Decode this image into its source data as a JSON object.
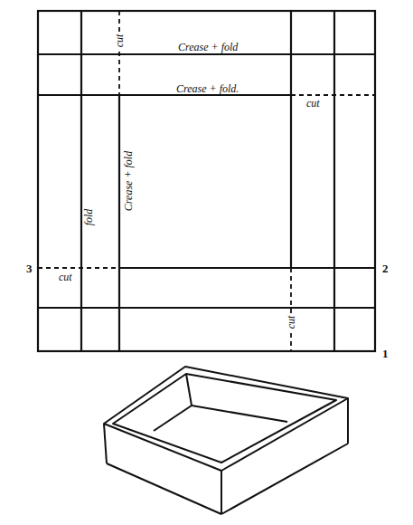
{
  "diagram": {
    "labels": [
      "Crease + fold",
      "cut",
      "Crease + fold.",
      "cut",
      "fold",
      "Crease + fold",
      "3",
      "cut",
      "2",
      "cut",
      "1"
    ]
  }
}
